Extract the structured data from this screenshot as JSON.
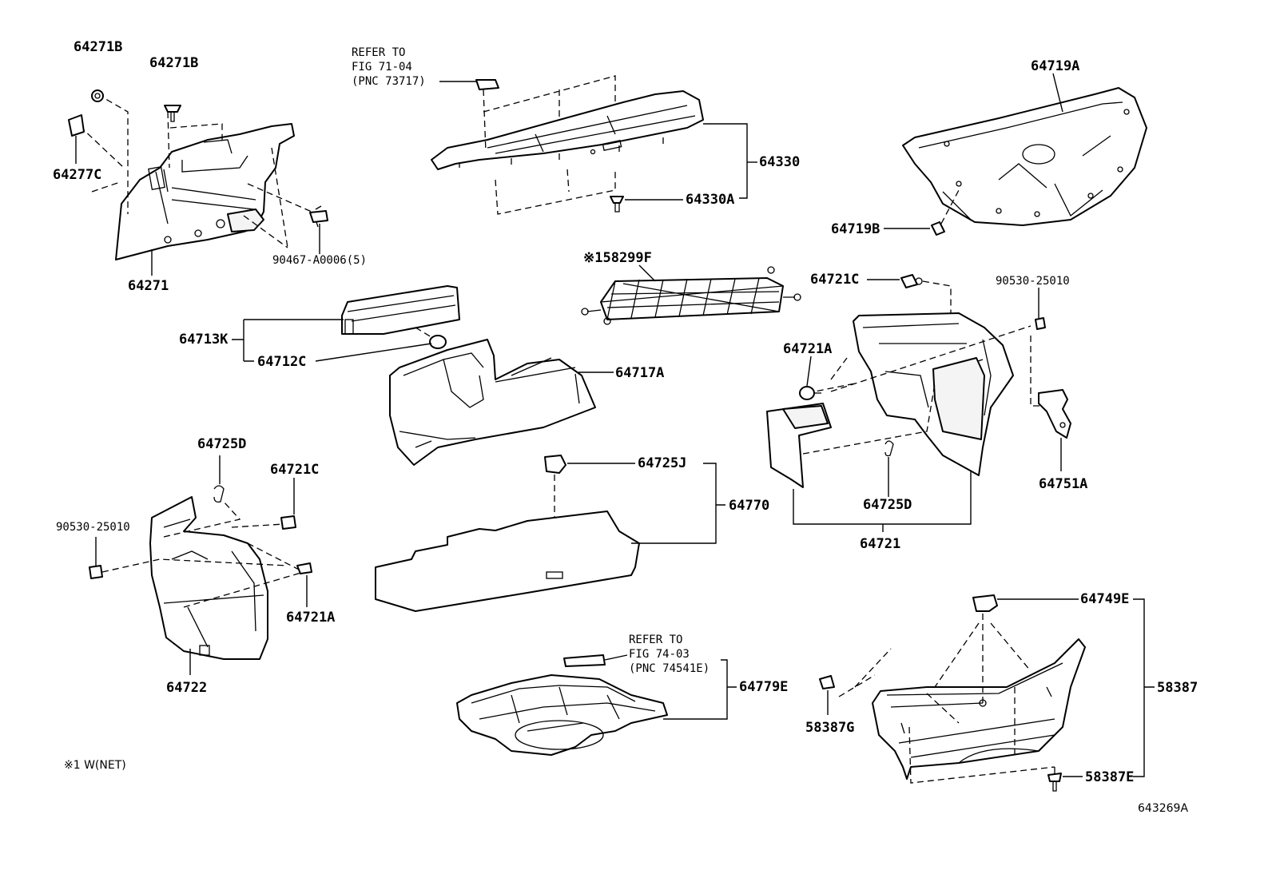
{
  "parts": {
    "p64271B_a": "64271B",
    "p64271B_b": "64271B",
    "p64277C": "64277C",
    "p64271": "64271",
    "p90467": "90467-A0006(5)",
    "refer1": [
      "REFER TO",
      "FIG 71-04",
      "(PNC 73717)"
    ],
    "p64330": "64330",
    "p64330A": "64330A",
    "p64719A": "64719A",
    "p64719B": "64719B",
    "p58299F": "※158299F",
    "p64721C_r": "64721C",
    "p90530_r": "90530-25010",
    "p64713K": "64713K",
    "p64712C": "64712C",
    "p64717A": "64717A",
    "p64721A_r": "64721A",
    "p64751A": "64751A",
    "p64725D_l": "64725D",
    "p64721C_l": "64721C",
    "p90530_l": "90530-25010",
    "p64721A_l": "64721A",
    "p64722": "64722",
    "p64725J": "64725J",
    "p64770": "64770",
    "p64725D_r": "64725D",
    "p64721": "64721",
    "refer2": [
      "REFER TO",
      "FIG 74-03",
      "(PNC 74541E)"
    ],
    "p64779E": "64779E",
    "p64749E": "64749E",
    "p58387": "58387",
    "p58387G": "58387G",
    "p58387E": "58387E"
  },
  "footnote": "※1 W(NET)",
  "figure_id": "643269A"
}
